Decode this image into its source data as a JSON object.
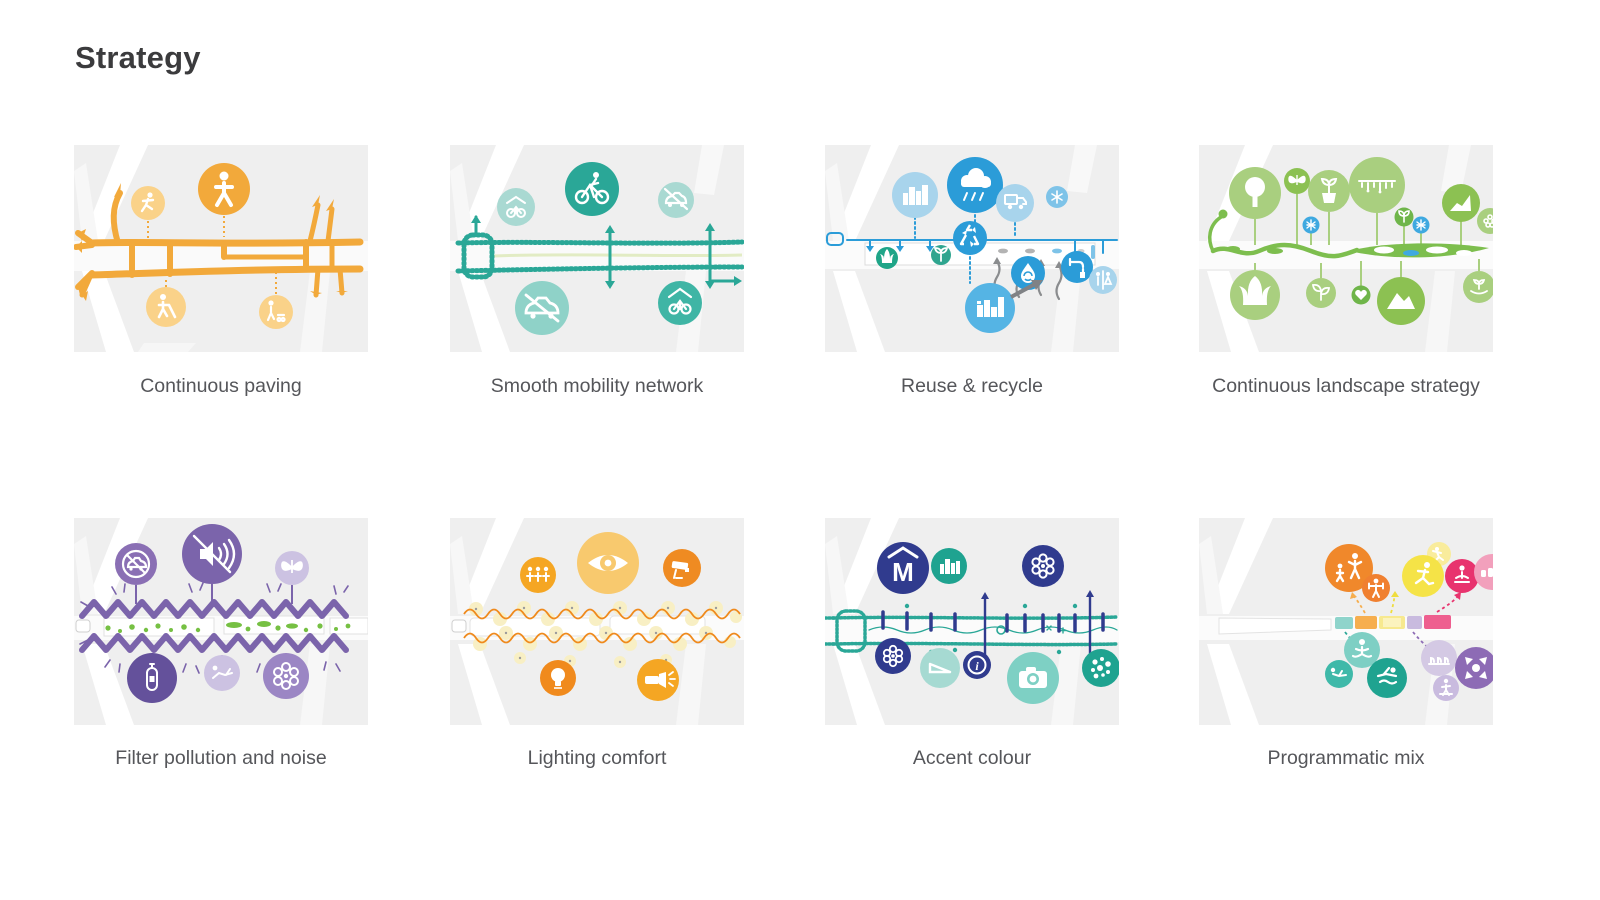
{
  "title": "Strategy",
  "palette": {
    "tile_background": "#EFEFEF",
    "street": "#FFFFFF",
    "title_text": "#3B3B3D",
    "caption_text": "#55565A"
  },
  "tiles": [
    {
      "caption": "Continuous paving",
      "accent": "#F2A93B",
      "accent_light": "#FAD289",
      "icons": [
        "runner-icon",
        "pedestrian-icon",
        "cane-user-icon",
        "stroller-icon"
      ]
    },
    {
      "caption": "Smooth mobility network",
      "accent": "#2AA797",
      "accent_light": "#A9D9D2",
      "icons": [
        "bike-parking-icon",
        "cyclist-icon",
        "car-icon",
        "car-icon",
        "bike-shelter-icon"
      ]
    },
    {
      "caption": "Reuse & recycle",
      "accent": "#2B9CD8",
      "accent_light": "#A8D4EC",
      "icons": [
        "city-skyline-icon",
        "rain-cloud-icon",
        "recycle-icon",
        "truck-icon",
        "snowflake-icon",
        "grass-icon",
        "plant-icon",
        "water-recycling-icon",
        "factory-icon",
        "tap-icon",
        "restroom-icon"
      ]
    },
    {
      "caption": "Continuous landscape strategy",
      "accent": "#7DBE4E",
      "accent_light": "#A9CF7F",
      "icons": [
        "tree-icon",
        "butterfly-icon",
        "potted-plant-icon",
        "hanging-garden-icon",
        "sprinkler-icon",
        "sprout-icon",
        "terrain-graph-icon",
        "flower-icon",
        "grass-icon",
        "seedling-icon",
        "heart-icon",
        "hills-icon",
        "planting-hand-icon"
      ]
    },
    {
      "caption": "Filter pollution and noise",
      "accent": "#7B64AB",
      "accent_light": "#CCC2E2",
      "icons": [
        "no-cars-icon",
        "no-noise-icon",
        "butterfly-icon",
        "air-sensor-icon",
        "lounger-icon",
        "flower-icon"
      ]
    },
    {
      "caption": "Lighting comfort",
      "accent": "#F5A623",
      "accent_light": "#F8C96E",
      "icons": [
        "people-icon",
        "eye-icon",
        "cctv-camera-icon",
        "light-bulb-icon",
        "flashlight-icon"
      ]
    },
    {
      "caption": "Accent colour",
      "accent": "#303B8E",
      "accent_light": "#7ED0C4",
      "icons": [
        "metro-icon",
        "city-skyline-icon",
        "flower-icon",
        "flower-icon",
        "ramp-icon",
        "information-icon",
        "camera-icon",
        "paving-dots-icon"
      ]
    },
    {
      "caption": "Programmatic mix",
      "accent": "#E8336E",
      "accent_light": "#C9BBDF",
      "icons": [
        "exercise-icon",
        "weights-icon",
        "skater-icon",
        "jumper-icon",
        "reading-icon",
        "audience-icon",
        "meditation-icon",
        "situps-icon",
        "swimmer-icon",
        "seating-icon",
        "performer-icon",
        "gathering-icon"
      ]
    }
  ]
}
